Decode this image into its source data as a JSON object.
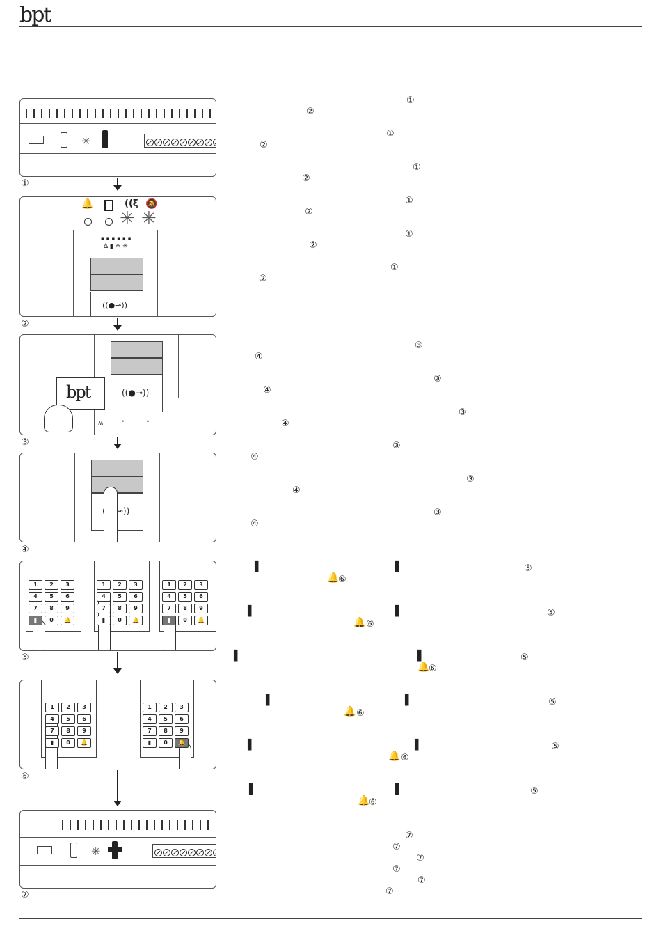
{
  "header": {
    "logo_text": "bpt"
  },
  "steps": [
    {
      "label": "①"
    },
    {
      "label": "②"
    },
    {
      "label": "③"
    },
    {
      "label": "④"
    },
    {
      "label": "⑤"
    },
    {
      "label": "⑥"
    },
    {
      "label": "⑦"
    }
  ],
  "panel2": {
    "icons": [
      "bell-icon",
      "door-icon",
      "speaker-icon",
      "bell-off-icon"
    ],
    "card_reader_symbol": "((●⊸))"
  },
  "panel3": {
    "card_logo": "bpt"
  },
  "keypad": {
    "keys": [
      "1",
      "2",
      "3",
      "4",
      "5",
      "6",
      "7",
      "8",
      "9",
      "▮",
      "0",
      "🔔"
    ]
  },
  "refs": {
    "one": "①",
    "two": "②",
    "three": "③",
    "four": "④",
    "five": "⑤",
    "six": "⑥",
    "seven": "⑦",
    "door": "▌",
    "bell": "🔔"
  },
  "colors": {
    "rule": "#444444",
    "key_highlight": "#777777",
    "bar_gray": "#c8c8c8"
  }
}
